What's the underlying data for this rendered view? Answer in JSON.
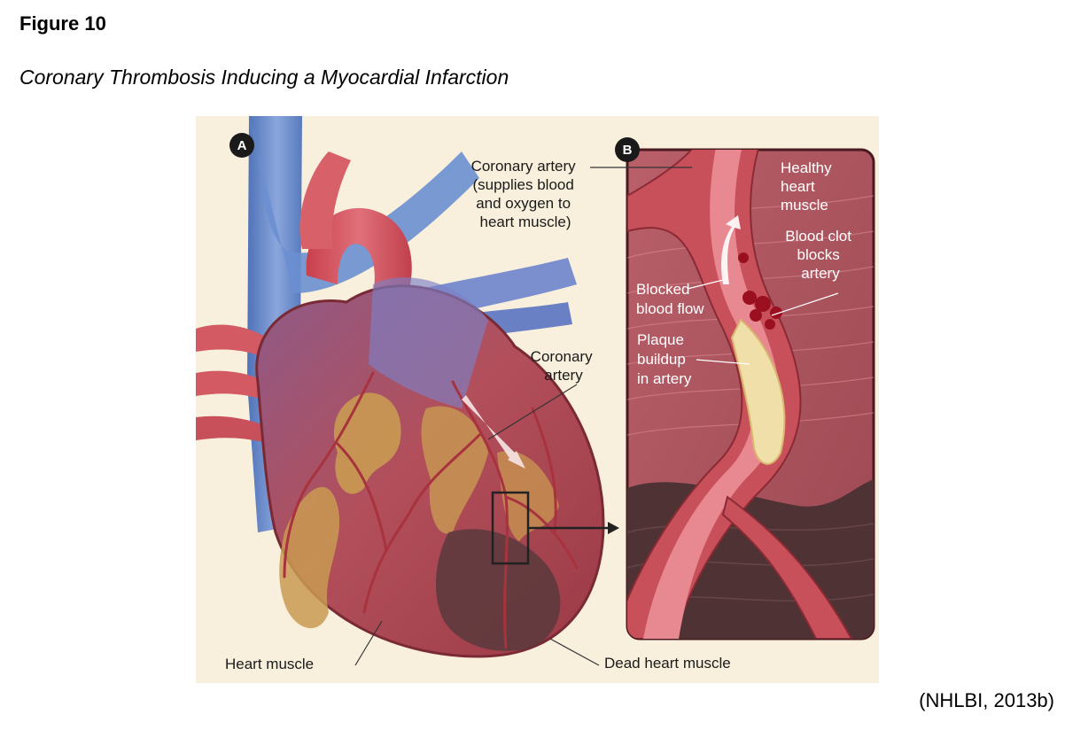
{
  "figure": {
    "number": "Figure 10",
    "title": "Coronary Thrombosis Inducing a Myocardial Infarction",
    "citation": "(NHLBI, 2013b)"
  },
  "panel_a": {
    "badge": "A",
    "labels": {
      "coronary_artery_top": [
        "Coronary artery",
        "(supplies blood",
        "and oxygen to",
        "heart muscle)"
      ],
      "coronary_artery": [
        "Coronary",
        "artery"
      ],
      "heart_muscle": "Heart muscle",
      "dead_heart_muscle": "Dead heart muscle"
    }
  },
  "panel_b": {
    "badge": "B",
    "labels": {
      "healthy_heart_muscle": [
        "Healthy",
        "heart",
        "muscle"
      ],
      "blood_clot": [
        "Blood clot",
        "blocks",
        "artery"
      ],
      "blocked_blood_flow": [
        "Blocked",
        "blood flow"
      ],
      "plaque_buildup": [
        "Plaque",
        "buildup",
        "in artery"
      ]
    }
  },
  "colors": {
    "background_panel": "#f8f0dc",
    "heart_muscle": "#b0505a",
    "fat": "#c99a52",
    "vein_blue": "#5c7fbf",
    "aorta_red": "#d0505a",
    "plaque": "#f0dfa8",
    "clot": "#9a1020",
    "dead_muscle": "#5a3a3c"
  }
}
